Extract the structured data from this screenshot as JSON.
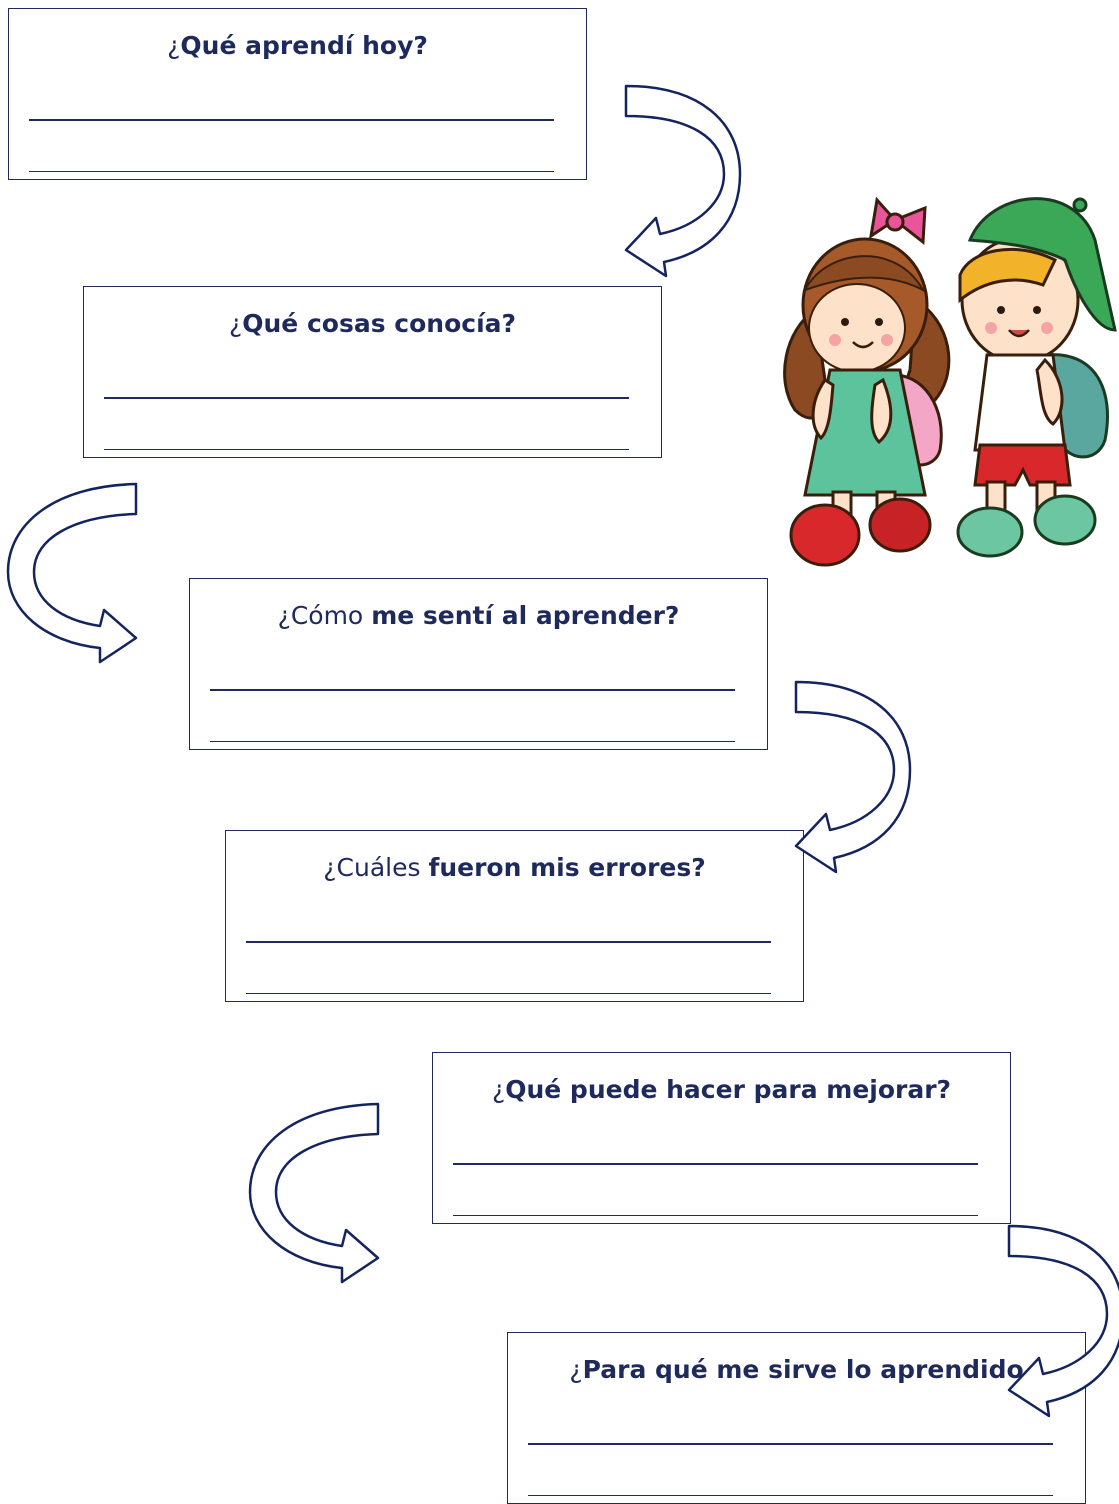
{
  "boxes": [
    {
      "pre": "¿",
      "bold": "Qué aprendí hoy?"
    },
    {
      "pre": "¿",
      "bold": "Qué cosas conocía?"
    },
    {
      "pre": "¿Cómo ",
      "bold": "me sentí al aprender?"
    },
    {
      "pre": "¿Cuáles ",
      "bold": "fueron mis errores?"
    },
    {
      "pre": "¿",
      "bold": "Qué puede hacer para mejorar?"
    },
    {
      "pre": "¿",
      "bold": "Para qué me sirve lo aprendido"
    }
  ],
  "colors": {
    "text": "#1f2a5c",
    "arrow_outline": "#14245e"
  },
  "illustration": "two-children-with-backpacks"
}
